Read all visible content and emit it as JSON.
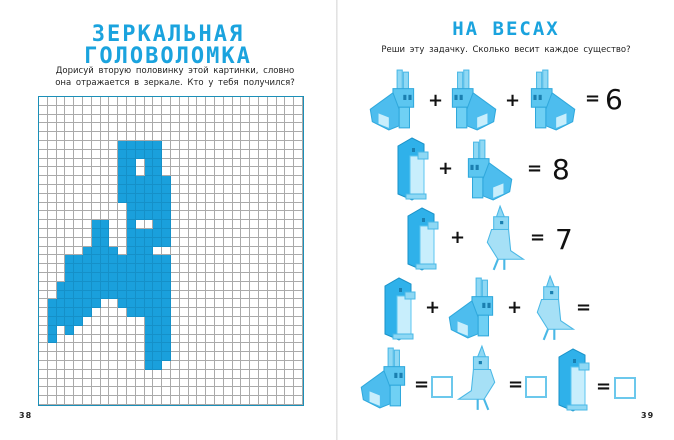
{
  "left_page": {
    "title_line1": "ЗЕРКАЛЬНАЯ",
    "title_line2": "ГОЛОВОЛОМКА",
    "instruction_line1": "Дорисуй вторую половинку этой картинки, словно",
    "instruction_line2": "она отражается в зеркале. Кто у тебя получился?",
    "page_number": "38",
    "grid": {
      "columns": 30,
      "rows": 35,
      "fill_color": "#1aa0dc",
      "filled": {
        "5": [
          [
            9,
            13
          ]
        ],
        "6": [
          [
            9,
            13
          ]
        ],
        "7": [
          [
            9,
            10
          ],
          [
            12,
            13
          ]
        ],
        "8": [
          [
            9,
            10
          ],
          [
            12,
            13
          ]
        ],
        "9": [
          [
            9,
            14
          ]
        ],
        "10": [
          [
            9,
            14
          ]
        ],
        "11": [
          [
            9,
            14
          ]
        ],
        "12": [
          [
            10,
            14
          ]
        ],
        "13": [
          [
            10,
            14
          ]
        ],
        "14": [
          [
            6,
            7
          ],
          [
            10,
            10
          ],
          [
            13,
            14
          ]
        ],
        "15": [
          [
            6,
            7
          ],
          [
            10,
            14
          ]
        ],
        "16": [
          [
            6,
            7
          ],
          [
            10,
            14
          ]
        ],
        "17": [
          [
            5,
            8
          ],
          [
            10,
            12
          ]
        ],
        "18": [
          [
            3,
            14
          ]
        ],
        "19": [
          [
            3,
            14
          ]
        ],
        "20": [
          [
            3,
            14
          ]
        ],
        "21": [
          [
            2,
            14
          ]
        ],
        "22": [
          [
            2,
            14
          ]
        ],
        "23": [
          [
            1,
            6
          ],
          [
            9,
            14
          ]
        ],
        "24": [
          [
            1,
            5
          ],
          [
            10,
            14
          ]
        ],
        "25": [
          [
            1,
            4
          ],
          [
            12,
            14
          ]
        ],
        "26": [
          [
            1,
            1
          ],
          [
            3,
            3
          ],
          [
            12,
            14
          ]
        ],
        "27": [
          [
            1,
            1
          ],
          [
            12,
            14
          ]
        ],
        "28": [
          [
            12,
            14
          ]
        ],
        "29": [
          [
            12,
            14
          ]
        ],
        "30": [
          [
            12,
            13
          ]
        ]
      }
    }
  },
  "right_page": {
    "title": "НА ВЕСАХ",
    "instruction": "Реши эту задачку. Сколько весит каждое существо?",
    "page_number": "39",
    "plus": "+",
    "equals": "=",
    "eq1_result": "6",
    "eq2_result": "8",
    "eq3_result": "7"
  }
}
